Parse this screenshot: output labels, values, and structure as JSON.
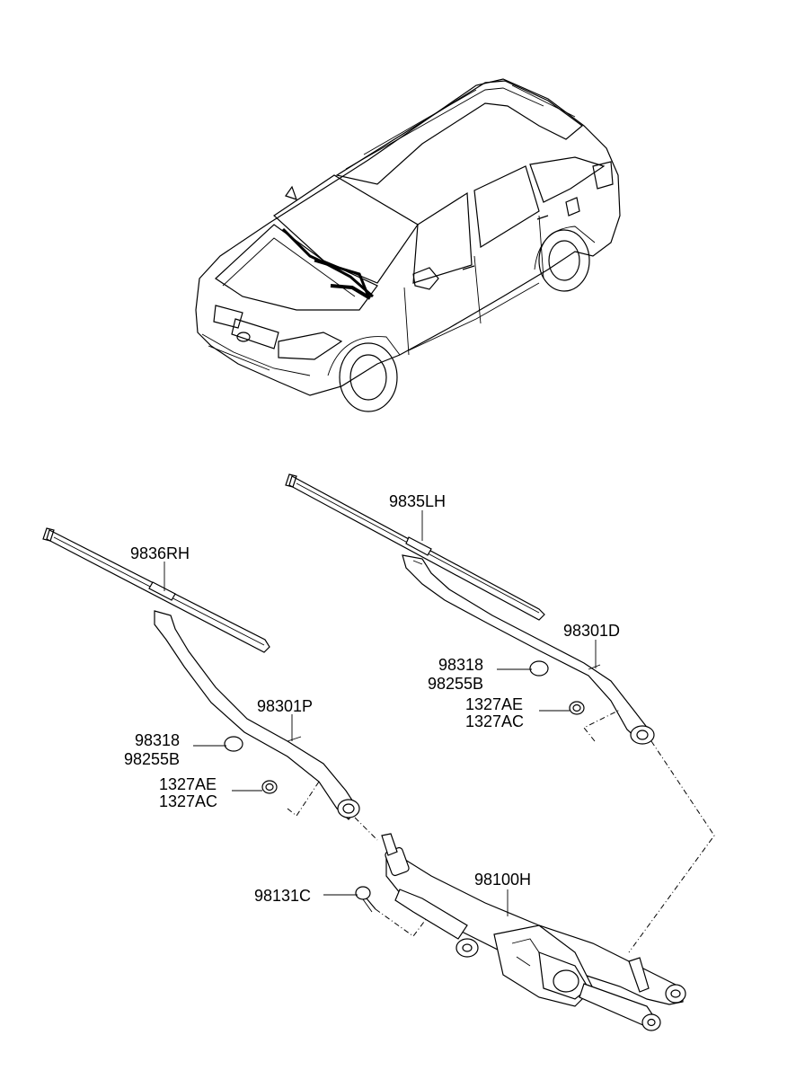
{
  "labels": {
    "blade_lh": "9835LH",
    "blade_rh": "9836RH",
    "arm_lh": "98301D",
    "arm_rh": "98301P",
    "cap_a_lh": "98318",
    "cap_b_lh": "98255B",
    "nut_a_lh": "1327AE",
    "nut_b_lh": "1327AC",
    "cap_a_rh": "98318",
    "cap_b_rh": "98255B",
    "nut_a_rh": "1327AE",
    "nut_b_rh": "1327AC",
    "linkage": "98100H",
    "bolt": "98131C"
  }
}
